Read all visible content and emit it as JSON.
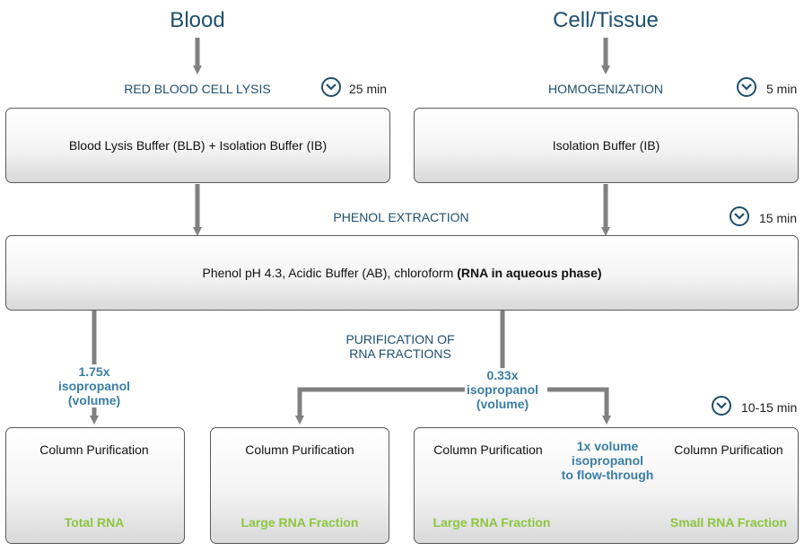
{
  "sources": {
    "blood": "Blood",
    "cell_tissue": "Cell/Tissue"
  },
  "steps": {
    "rbc_lysis": {
      "label": "RED BLOOD CELL LYSIS",
      "time": "25 min"
    },
    "homogenization": {
      "label": "HOMOGENIZATION",
      "time": "5 min"
    },
    "phenol_extraction": {
      "label": "PHENOL EXTRACTION",
      "time": "15 min"
    },
    "purification": {
      "line1": "PURIFICATION OF",
      "line2": "RNA FRACTIONS",
      "time": "10-15 min"
    }
  },
  "boxes": {
    "blood_buffer": "Blood Lysis Buffer (BLB) + Isolation Buffer (IB)",
    "cell_buffer": "Isolation Buffer (IB)",
    "phenol_normal": "Phenol pH 4.3, Acidic Buffer (AB), chloroform ",
    "phenol_bold": "(RNA in aqueous phase)"
  },
  "isopropanol": {
    "left": {
      "ratio": "1.75x",
      "word": "isopropanol",
      "unit": "(volume)"
    },
    "right": {
      "ratio": "0.33x",
      "word": "isopropanol",
      "unit": "(volume)"
    },
    "flow_through": {
      "line1": "1x volume",
      "line2": "isopropanol",
      "line3": "to flow-through"
    }
  },
  "columns": {
    "col1": {
      "label": "Column Purification",
      "result": "Total RNA"
    },
    "col2": {
      "label": "Column Purification",
      "result": "Large RNA Fraction"
    },
    "col3a": {
      "label": "Column Purification",
      "result": "Large RNA Fraction"
    },
    "col3b": {
      "label": "Column Purification",
      "result": "Small RNA Fraction"
    }
  },
  "icons": {
    "timer": "clock-chevron-icon",
    "arrow": "down-arrow-icon"
  },
  "colors": {
    "heading": "#1d4f6e",
    "isopropanol": "#3a7ea3",
    "result": "#8dc63f",
    "connector": "#808080"
  }
}
